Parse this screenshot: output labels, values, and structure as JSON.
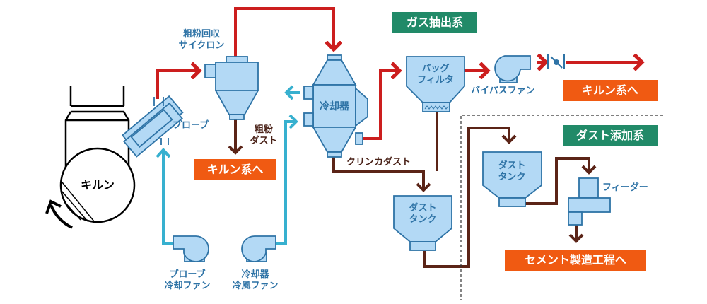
{
  "colors": {
    "gas_line": "#cc1e1e",
    "cooling_air_line": "#37b0cf",
    "dust_line": "#5b2417",
    "equipment_fill": "#b3d9f5",
    "equipment_stroke": "#2e73a6",
    "destination_tag": "#f05a12",
    "section_tag": "#218a68"
  },
  "sections": {
    "gas_extraction": "ガス抽出系",
    "dust_addition": "ダスト添加系"
  },
  "equipment": {
    "kiln": "キルン",
    "probe": "プローブ",
    "cyclone": [
      "粗粉回収",
      "サイクロン"
    ],
    "cooler": "冷却器",
    "bag_filter": [
      "バッグ",
      "フィルタ"
    ],
    "bypass_fan": "バイパスファン",
    "probe_cooling_fan": [
      "プローブ",
      "冷却ファン"
    ],
    "cooler_air_fan": [
      "冷却器",
      "冷風ファン"
    ],
    "dust_tank_1": [
      "ダスト",
      "タンク"
    ],
    "dust_tank_2": [
      "ダスト",
      "タンク"
    ],
    "feeder": "フィーダー"
  },
  "flows": {
    "coarse_dust": [
      "粗粉",
      "ダスト"
    ],
    "clinker_dust": "クリンカダスト"
  },
  "destinations": {
    "to_kiln_1": "キルン系へ",
    "to_kiln_2": "キルン系へ",
    "to_cement": "セメント製造工程へ"
  }
}
